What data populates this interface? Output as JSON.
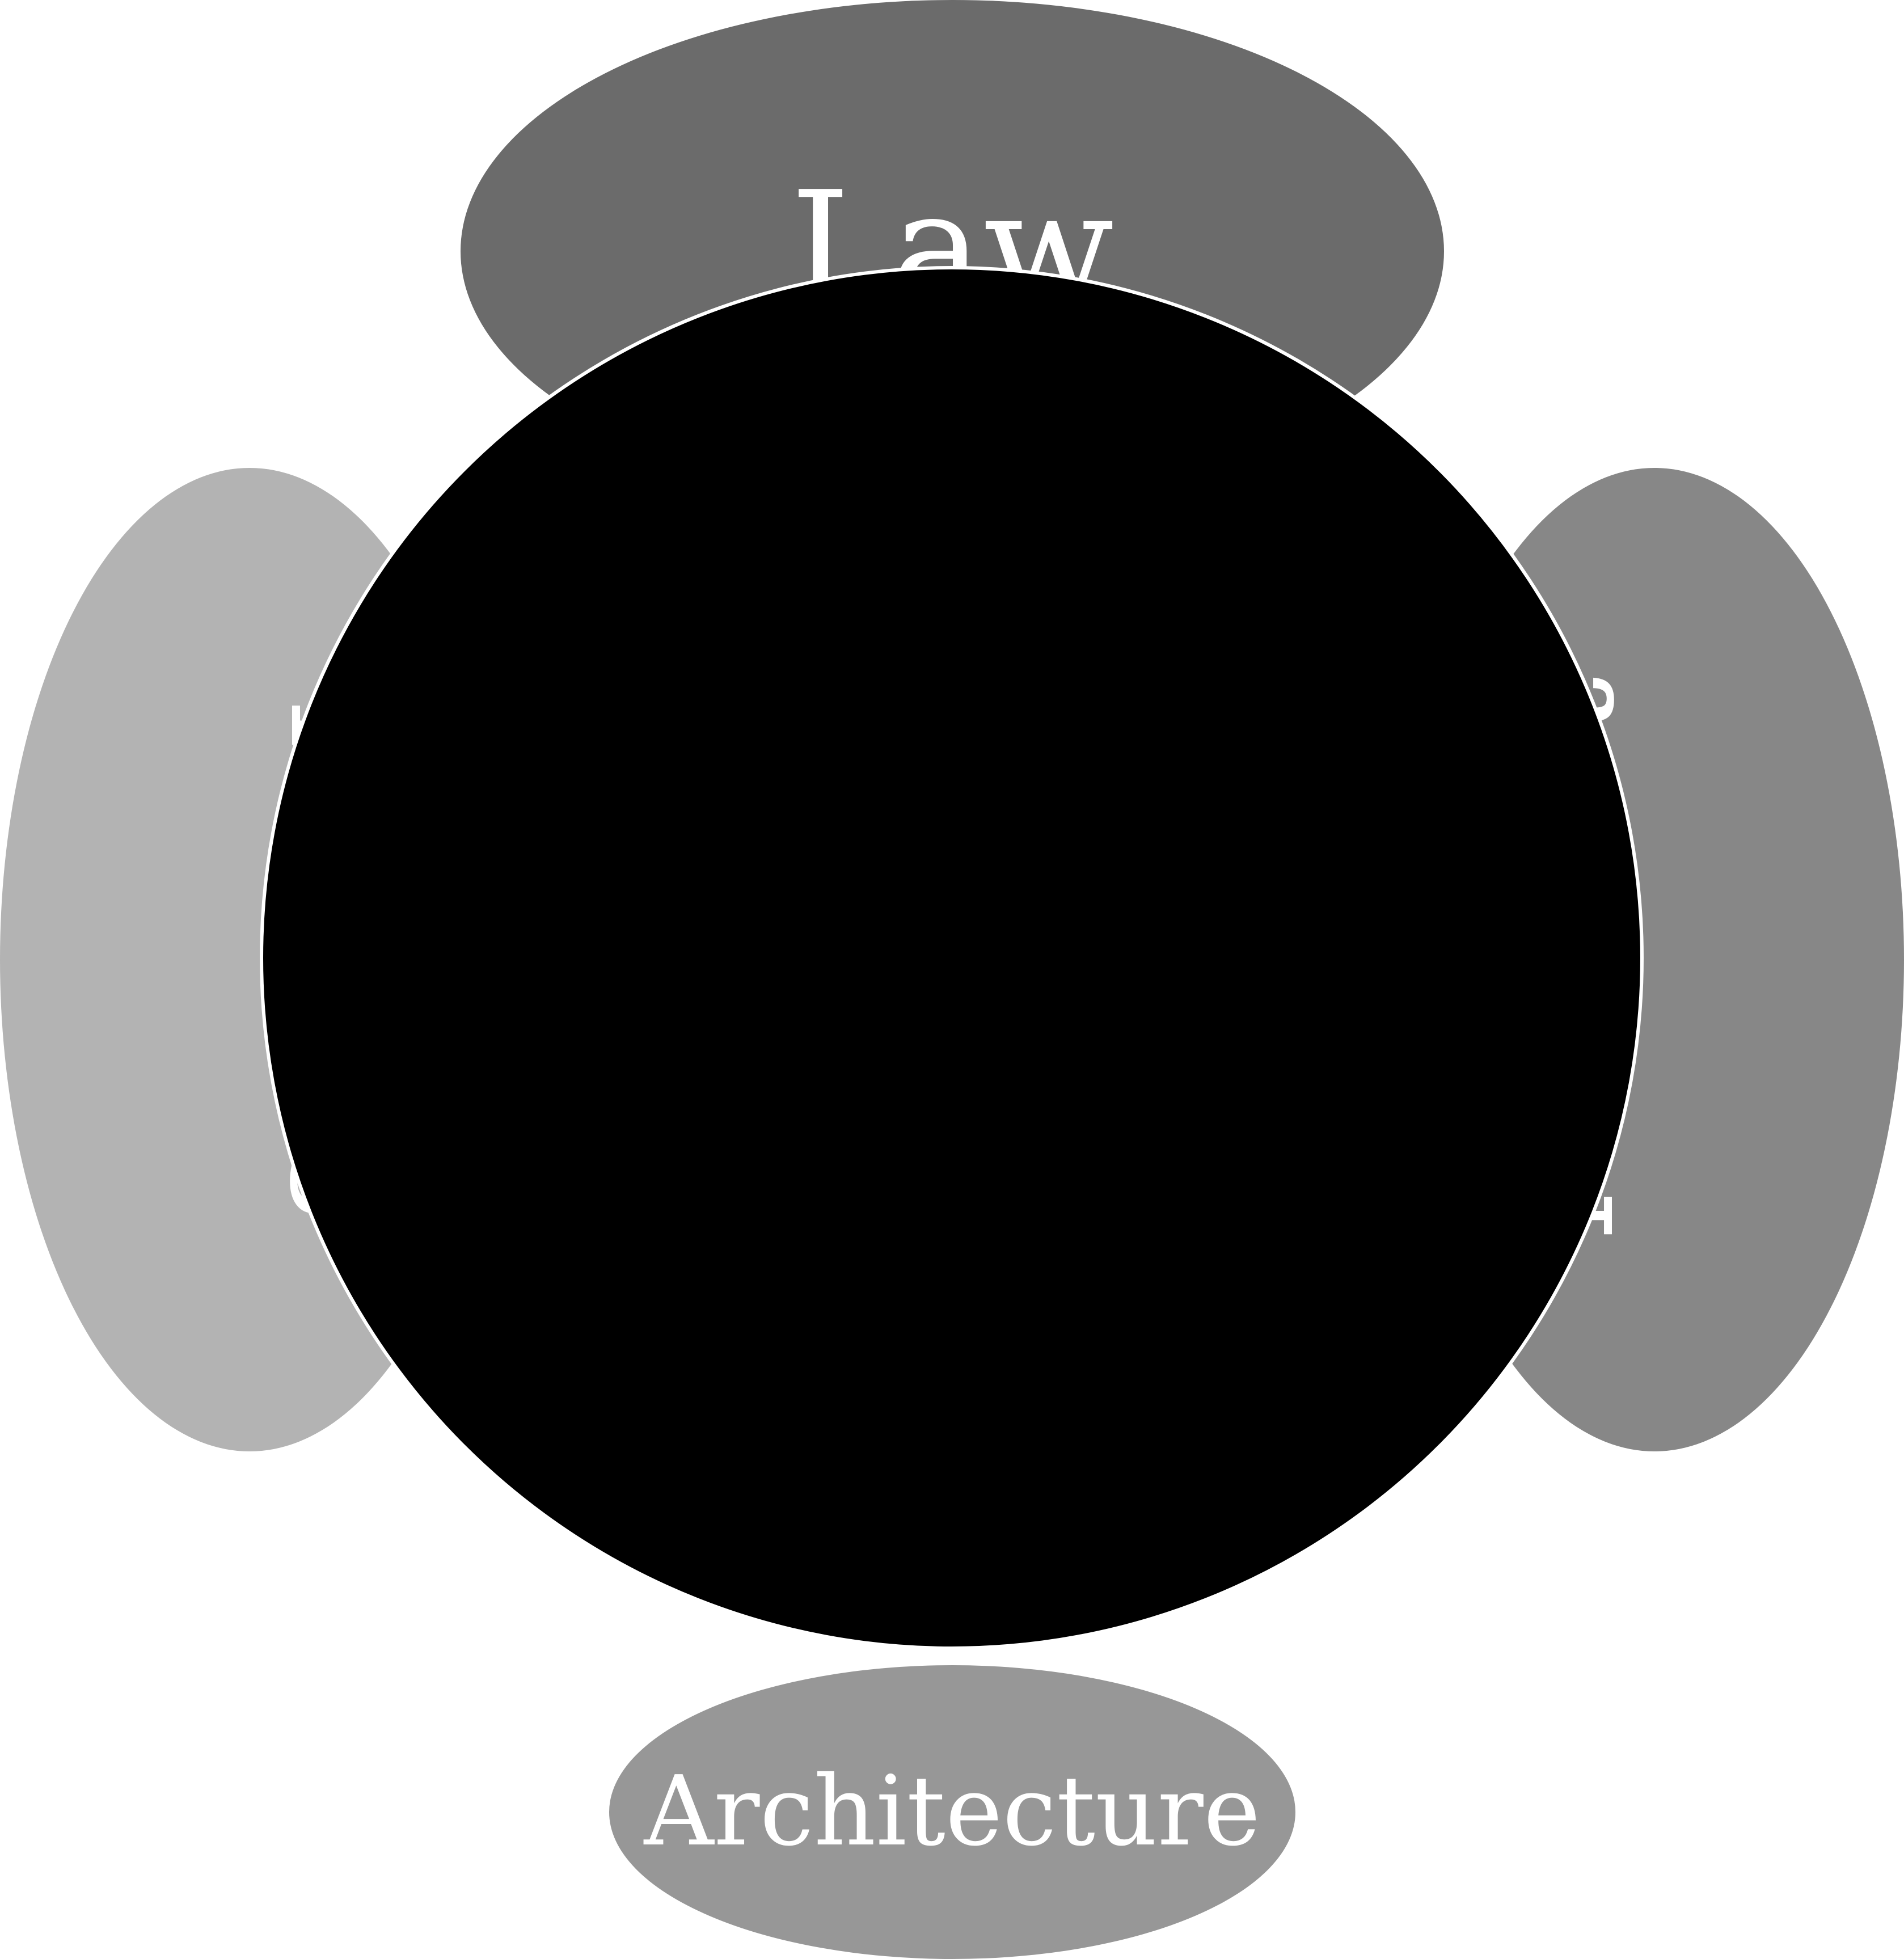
{
  "diagram": {
    "forces": {
      "law": {
        "label": "Law",
        "color": "#6b6b6b"
      },
      "norms": {
        "label": "Norms",
        "color": "#b3b3b3"
      },
      "market": {
        "label": "Market",
        "color": "#878787"
      },
      "architecture": {
        "label": "Architecture",
        "color": "#979797"
      }
    },
    "center": {
      "color": "#000000"
    }
  }
}
